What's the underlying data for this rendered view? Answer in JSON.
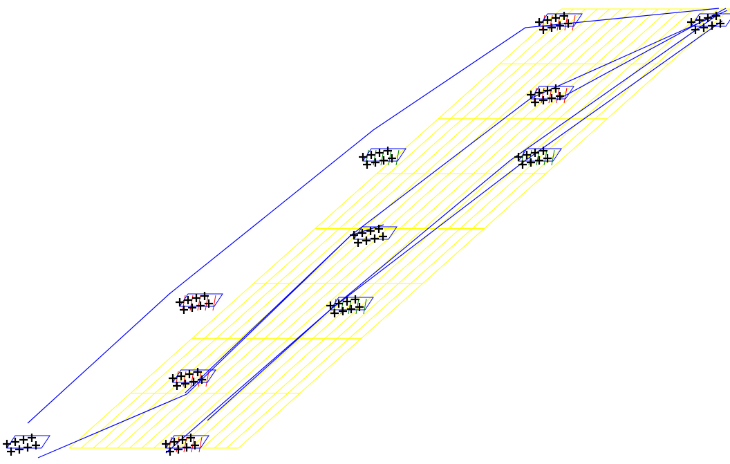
{
  "scene": {
    "background": "#ffffff",
    "colors": {
      "grid": "#ffff00",
      "frame": "#0000ff",
      "node_marker": "#000000",
      "load_red": "#ff0000",
      "load_green": "#008000",
      "load_yellow": "#b5b500"
    },
    "grid": {
      "columns": 14,
      "rows": 8
    },
    "members": [
      {
        "id": "upper-left-chord"
      },
      {
        "id": "upper-right-chord"
      },
      {
        "id": "lower-left-chord"
      },
      {
        "id": "lower-right-chord"
      },
      {
        "id": "center-diagonal"
      },
      {
        "id": "right-diagonal"
      }
    ],
    "node_groups": [
      {
        "id": "g1",
        "load": "red"
      },
      {
        "id": "g2",
        "load": "none"
      },
      {
        "id": "g3",
        "load": "red"
      },
      {
        "id": "g4",
        "load": "green"
      },
      {
        "id": "g5",
        "load": "green"
      },
      {
        "id": "g6",
        "load": "none"
      },
      {
        "id": "g7",
        "load": "green"
      },
      {
        "id": "g8",
        "load": "red"
      },
      {
        "id": "g9",
        "load": "red"
      },
      {
        "id": "g10",
        "load": "none"
      },
      {
        "id": "g11",
        "load": "red"
      }
    ]
  }
}
